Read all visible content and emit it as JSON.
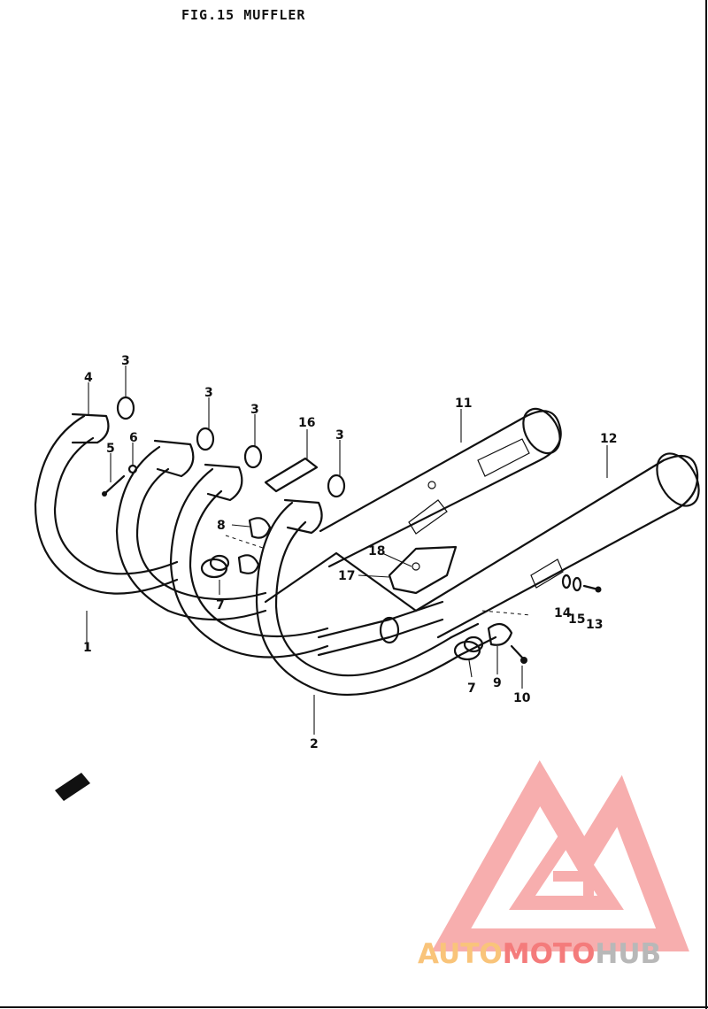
{
  "title": "FIG.15  MUFFLER",
  "callouts": {
    "c1": "1",
    "c2": "2",
    "c3a": "3",
    "c3b": "3",
    "c3c": "3",
    "c3d": "3",
    "c4": "4",
    "c5": "5",
    "c6": "6",
    "c7a": "7",
    "c7b": "7",
    "c8": "8",
    "c9a": "9",
    "c10": "10",
    "c11": "11",
    "c12": "12",
    "c13": "13",
    "c14": "14",
    "c15": "15",
    "c16": "16",
    "c17": "17",
    "c18": "18"
  },
  "watermark": {
    "part1": "AUTO",
    "part2": "MOTO",
    "part3": "HUB",
    "color1": "#f9c47a",
    "color2": "#f47b7b",
    "color3": "#b8b8b8",
    "logo_color": "#f6a0a0"
  }
}
